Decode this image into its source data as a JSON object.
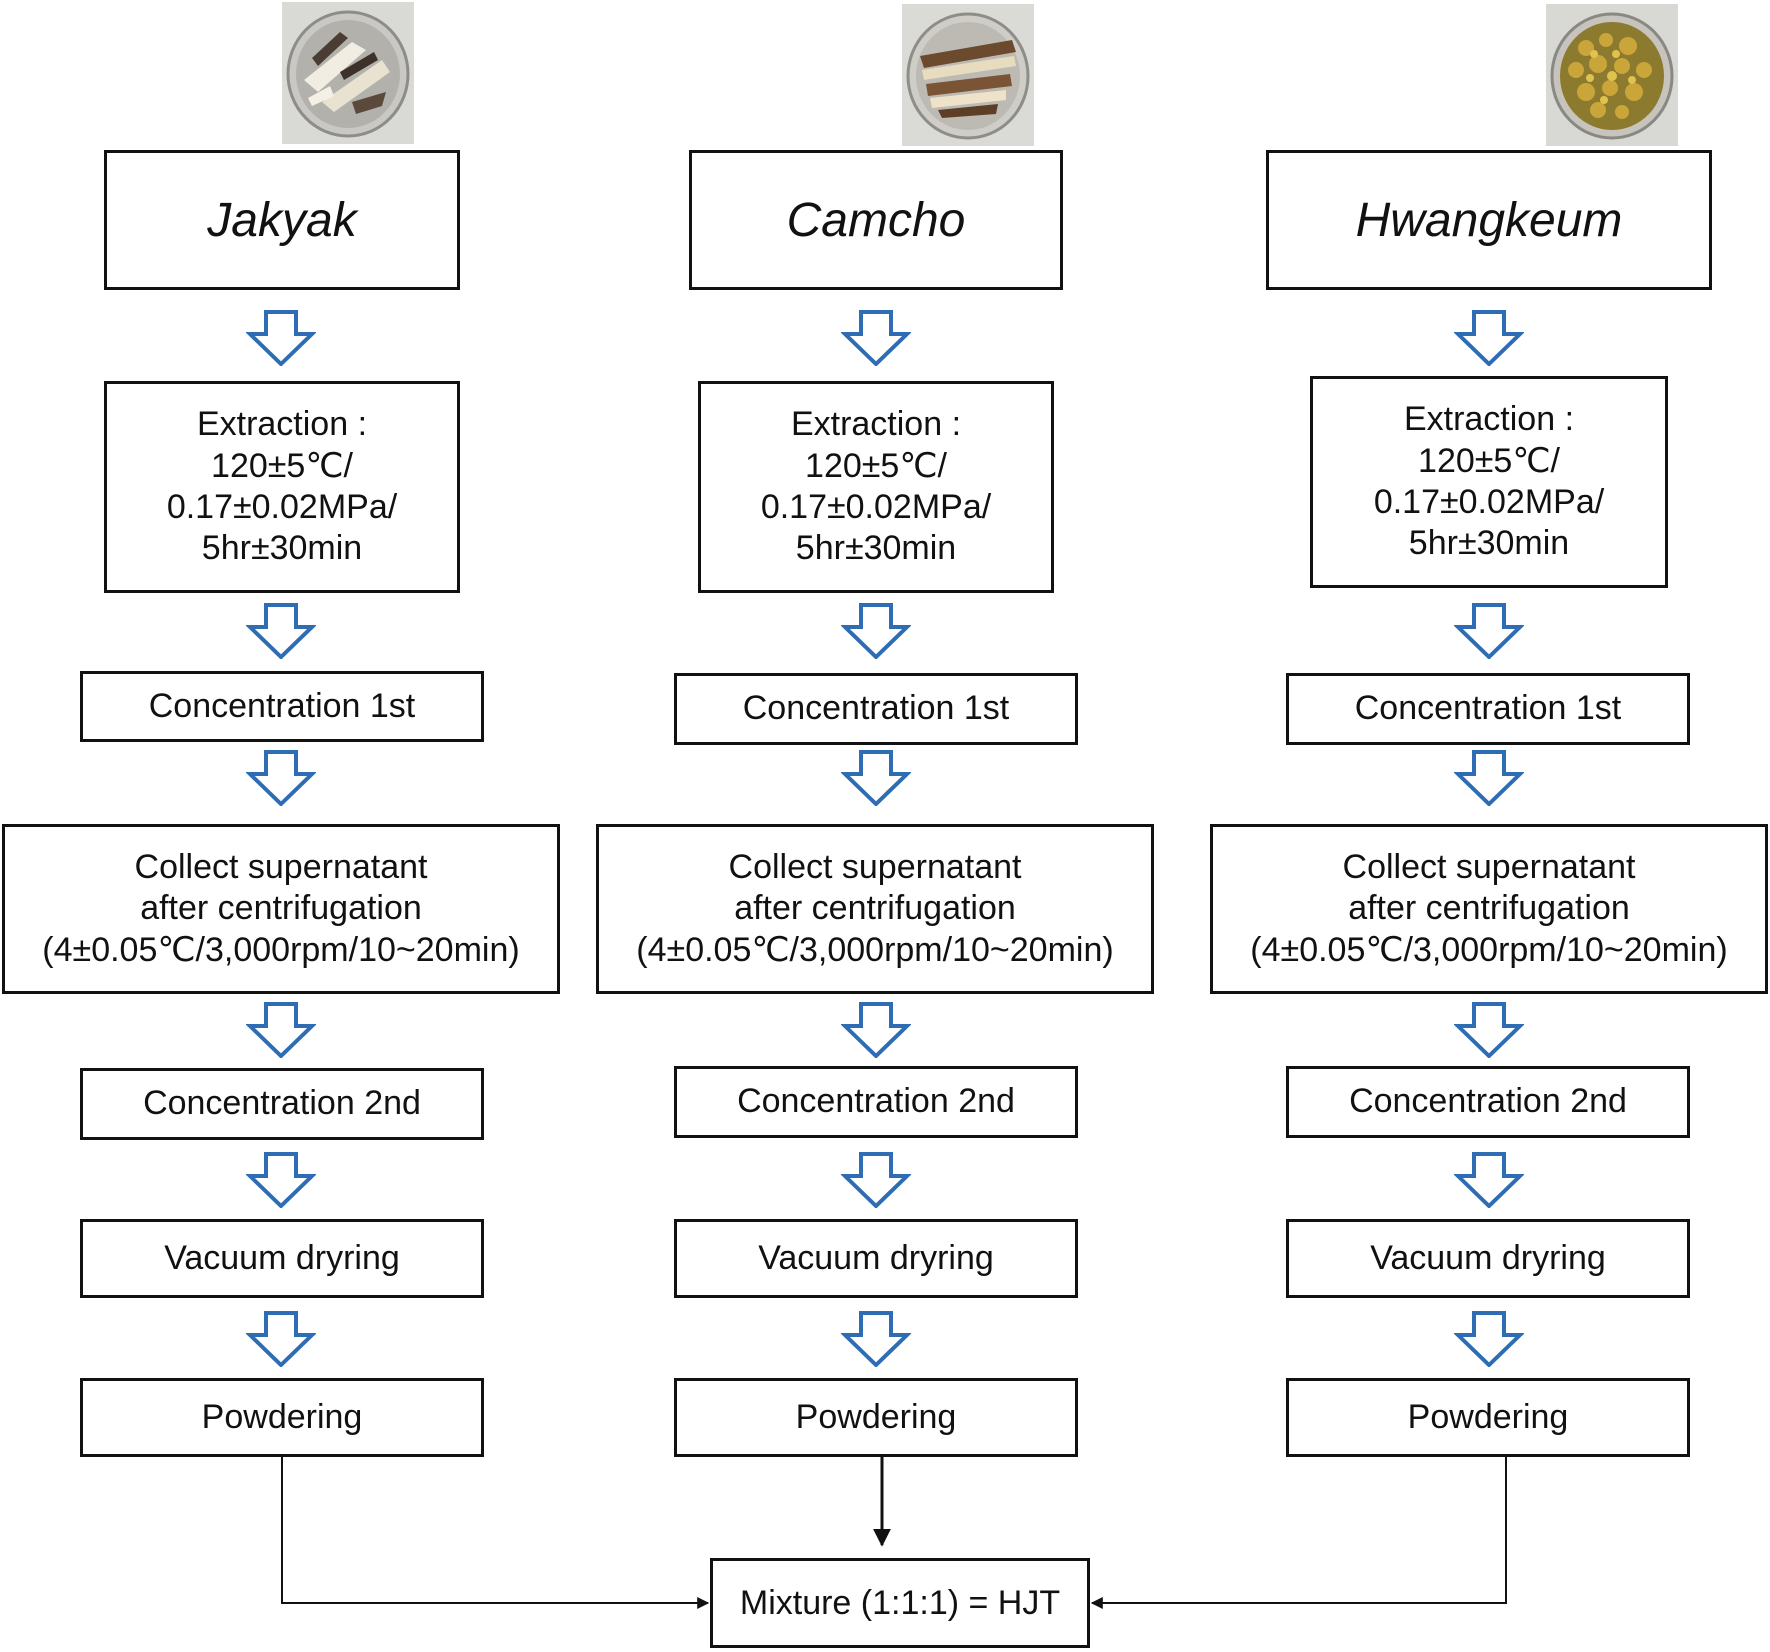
{
  "columns": [
    {
      "herb": "Jakyak",
      "photo_icon": "sliced-root-dish-photo",
      "extraction": [
        "Extraction :",
        "120±5℃/",
        "0.17±0.02MPa/",
        "5hr±30min"
      ],
      "concentration1": "Concentration 1st",
      "centrifugation": [
        "Collect supernatant",
        "after centrifugation",
        "(4±0.05℃/3,000rpm/10~20min)"
      ],
      "concentration2": "Concentration 2nd",
      "drying": "Vacuum dryring",
      "powdering": "Powdering"
    },
    {
      "herb": "Camcho",
      "photo_icon": "licorice-slices-dish-photo",
      "extraction": [
        "Extraction :",
        "120±5℃/",
        "0.17±0.02MPa/",
        "5hr±30min"
      ],
      "concentration1": "Concentration 1st",
      "centrifugation": [
        "Collect supernatant",
        "after centrifugation",
        "(4±0.05℃/3,000rpm/10~20min)"
      ],
      "concentration2": "Concentration 2nd",
      "drying": "Vacuum dryring",
      "powdering": "Powdering"
    },
    {
      "herb": "Hwangkeum",
      "photo_icon": "yellow-root-chips-dish-photo",
      "extraction": [
        "Extraction :",
        "120±5℃/",
        "0.17±0.02MPa/",
        "5hr±30min"
      ],
      "concentration1": "Concentration 1st",
      "centrifugation": [
        "Collect supernatant",
        "after centrifugation",
        "(4±0.05℃/3,000rpm/10~20min)"
      ],
      "concentration2": "Concentration 2nd",
      "drying": "Vacuum dryring",
      "powdering": "Powdering"
    }
  ],
  "mixture": "Mixture (1:1:1) = HJT",
  "colors": {
    "arrow_outline": "#2e6db4",
    "box_border": "#111111",
    "connector": "#111111"
  }
}
